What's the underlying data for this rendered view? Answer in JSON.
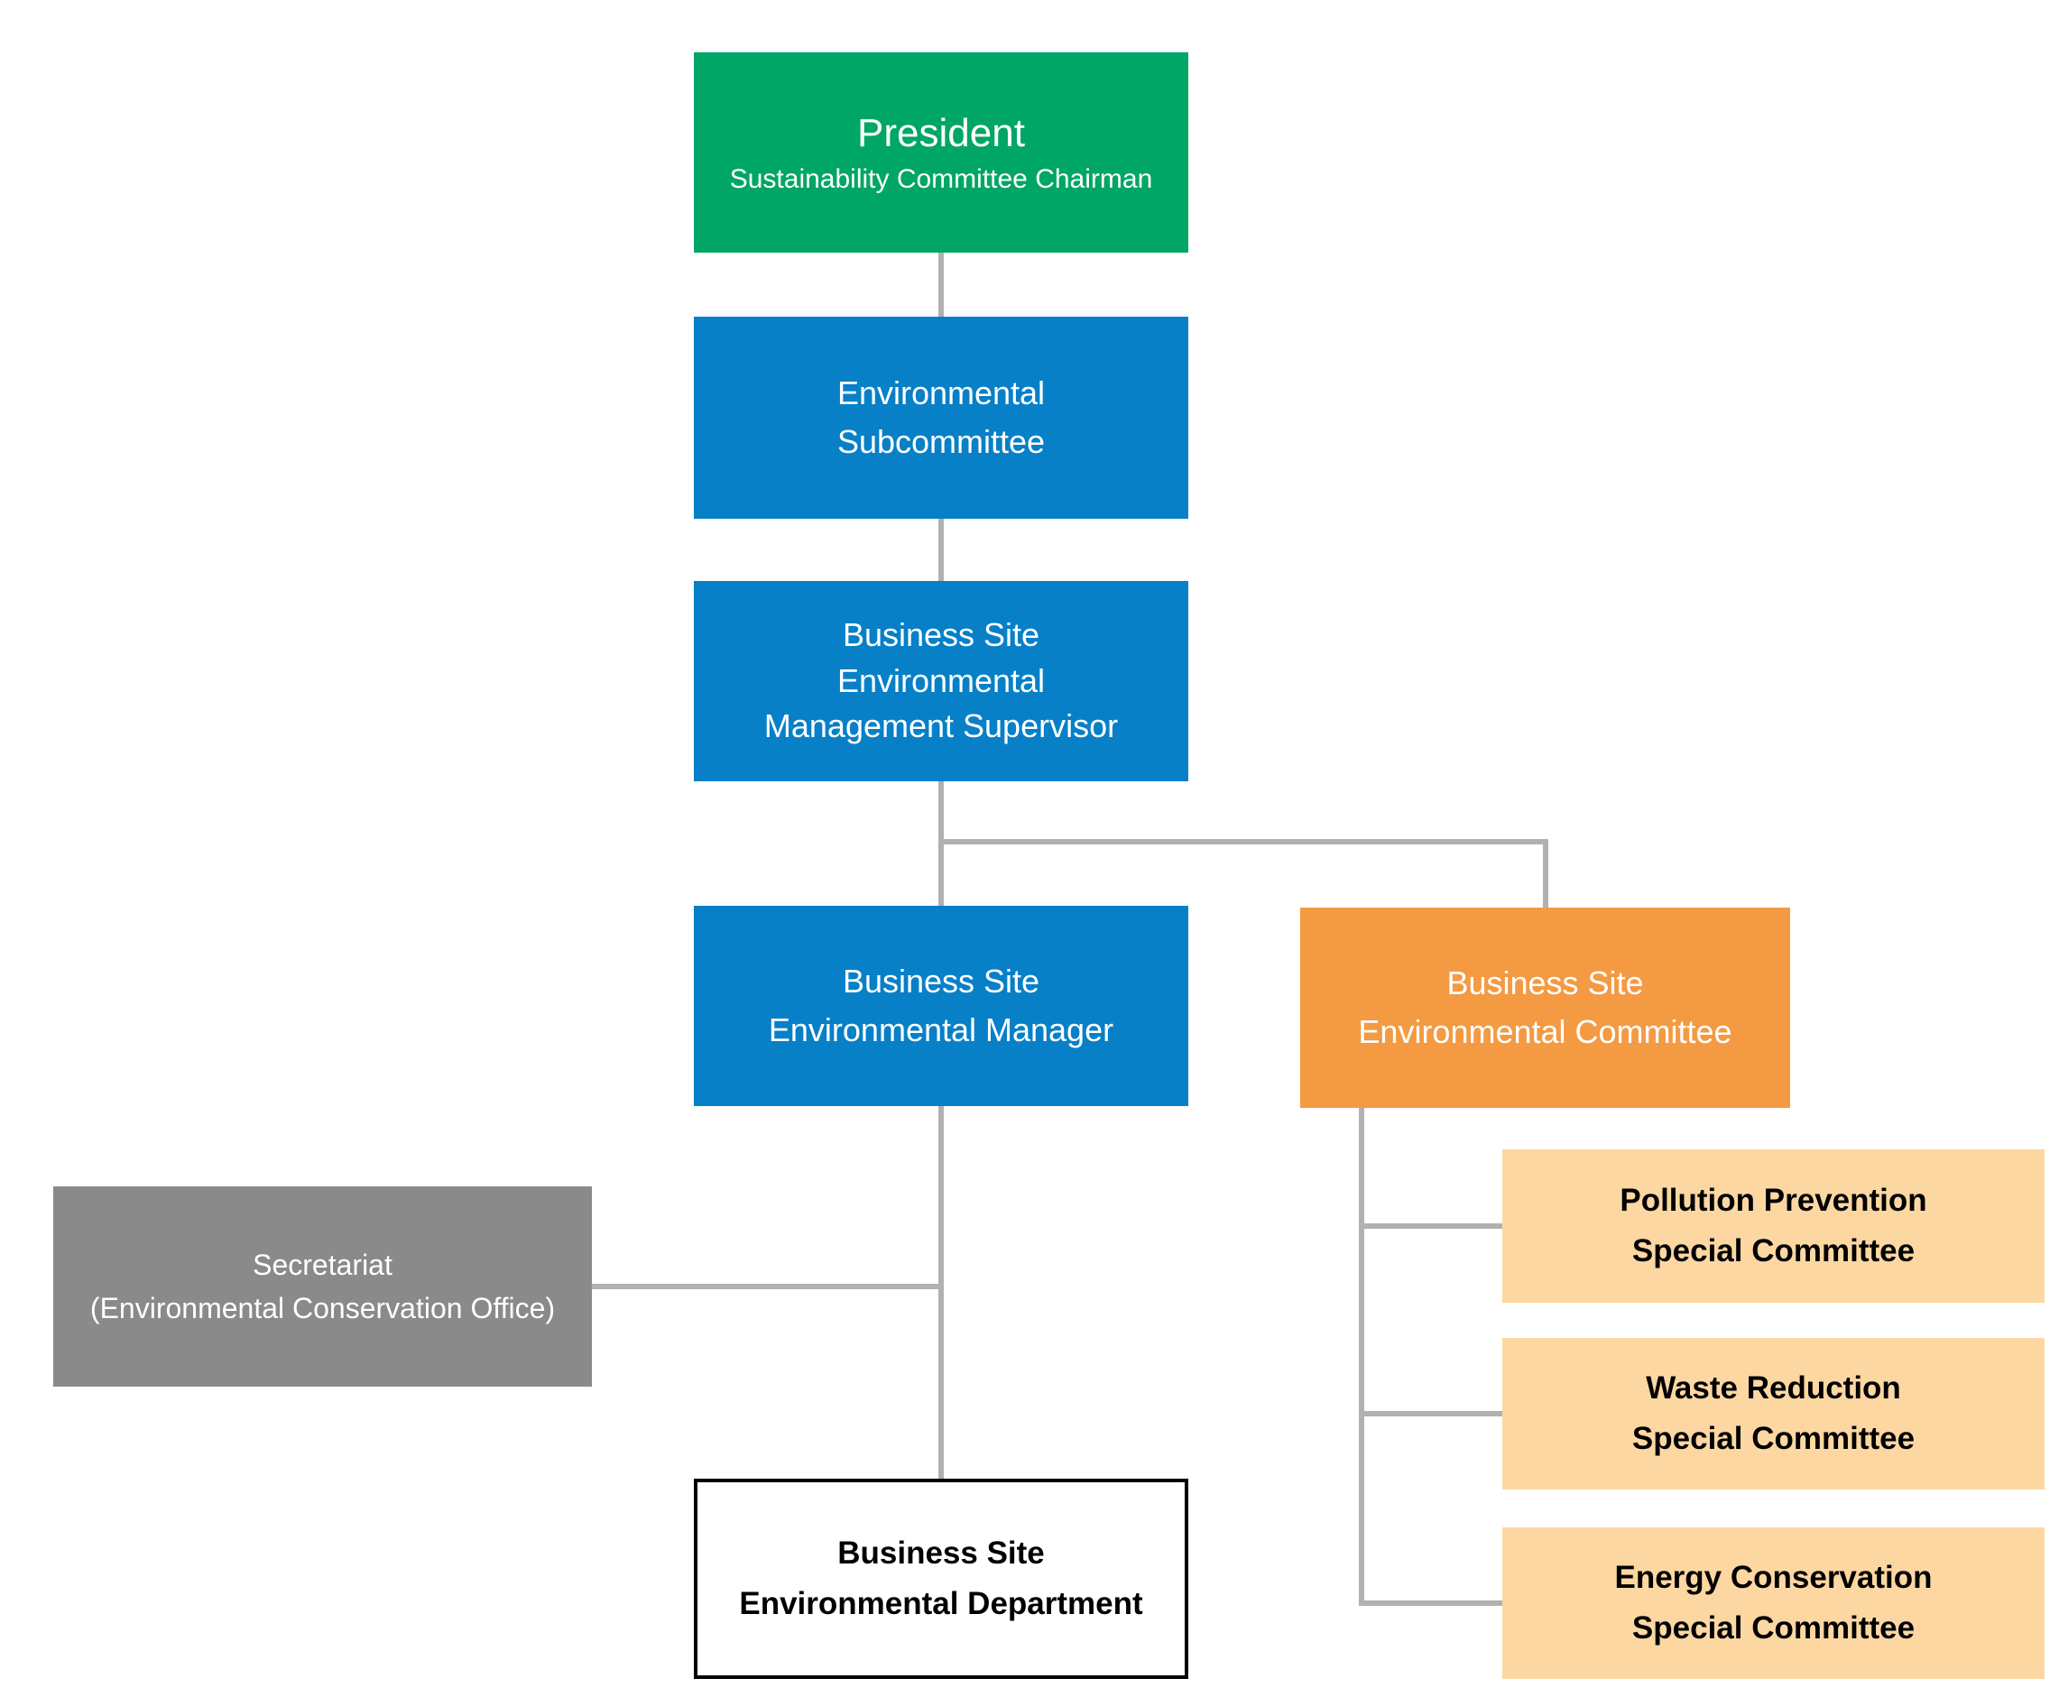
{
  "diagram": {
    "colors": {
      "green": "#00A666",
      "blue": "#0780C8",
      "orange": "#F49A42",
      "light_orange": "#FCD7A2",
      "gray": "#8A8A8A",
      "white": "#FFFFFF",
      "connector": "#B1B1B1",
      "text_light": "#FFFFFF",
      "text_dark": "#000000",
      "department_border": "#000000"
    },
    "nodes": {
      "president": {
        "title": "President",
        "subtitle": "Sustainability Committee Chairman"
      },
      "subcommittee": {
        "lines": [
          "Environmental",
          "Subcommittee"
        ]
      },
      "supervisor": {
        "lines": [
          "Business Site",
          "Environmental",
          "Management Supervisor"
        ]
      },
      "manager": {
        "lines": [
          "Business Site",
          "Environmental Manager"
        ]
      },
      "committee": {
        "lines": [
          "Business Site",
          "Environmental Committee"
        ]
      },
      "secretariat": {
        "lines": [
          "Secretariat",
          "(Environmental Conservation Office)"
        ]
      },
      "department": {
        "lines": [
          "Business Site",
          "Environmental Department"
        ]
      },
      "pollution": {
        "lines": [
          "Pollution Prevention",
          "Special Committee"
        ]
      },
      "waste": {
        "lines": [
          "Waste Reduction",
          "Special Committee"
        ]
      },
      "energy": {
        "lines": [
          "Energy Conservation",
          "Special Committee"
        ]
      }
    }
  }
}
